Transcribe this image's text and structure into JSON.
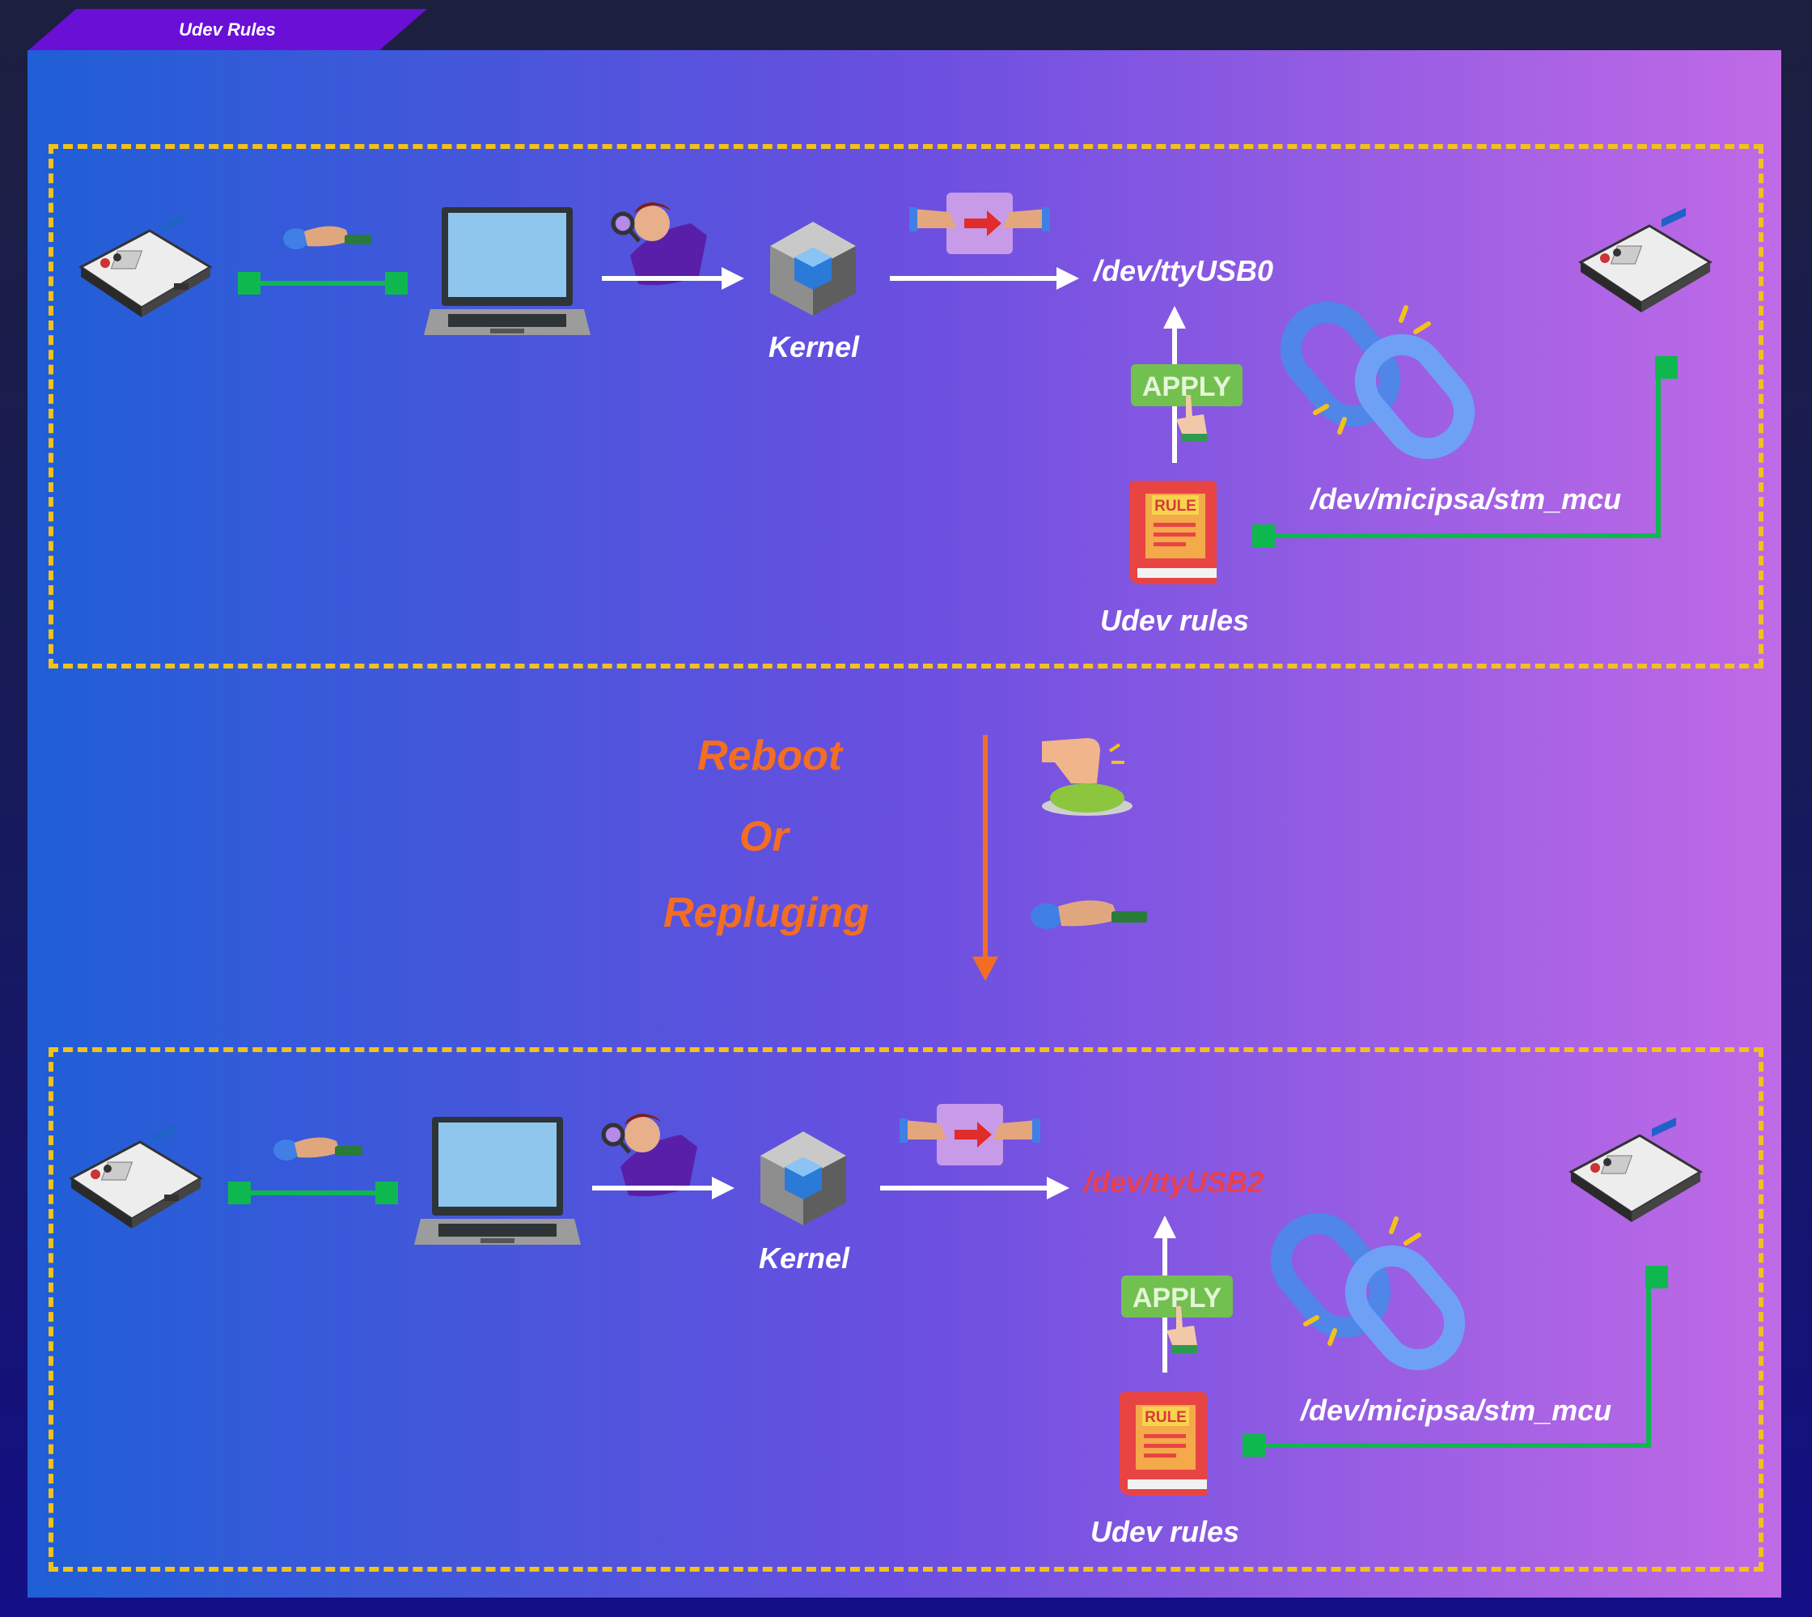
{
  "tab": {
    "title": "Udev Rules"
  },
  "panels": [
    {
      "kernel_label": "Kernel",
      "device_node": "/dev/ttyUSB0",
      "udev_label": "Udev rules",
      "symlink": "/dev/micipsa/stm_mcu",
      "apply_text": "APPLY",
      "rule_text": "RULE"
    },
    {
      "kernel_label": "Kernel",
      "device_node": "/dev/ttyUSB2",
      "udev_label": "Udev rules",
      "symlink": "/dev/micipsa/stm_mcu",
      "apply_text": "APPLY",
      "rule_text": "RULE"
    }
  ],
  "transition": {
    "line1": "Reboot",
    "line2": "Or",
    "line3": "Repluging"
  },
  "colors": {
    "dash_border": "#f2c21b",
    "connector": "#0fb84f",
    "accent_orange": "#f36e23",
    "changed_node": "#e8404f"
  }
}
